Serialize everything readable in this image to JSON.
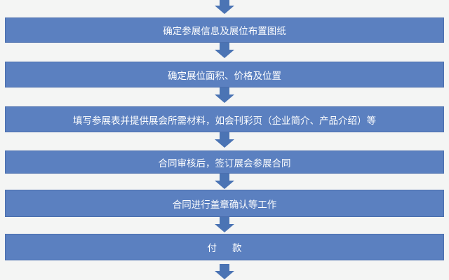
{
  "flow": {
    "steps": [
      "确定参展信息及展位布置图纸",
      "确定展位面积、价格及位置",
      "填写参展表并提供展会所需材料，如会刊彩页（企业简介、产品介绍）等",
      "合同审核后，签订展会参展合同",
      "合同进行盖章确认等工作"
    ],
    "pay": {
      "first": "付",
      "second": "款"
    }
  },
  "colors": {
    "box": "#5b80c0",
    "arrow": "#4b74b4",
    "background": "#f4f5f4"
  }
}
